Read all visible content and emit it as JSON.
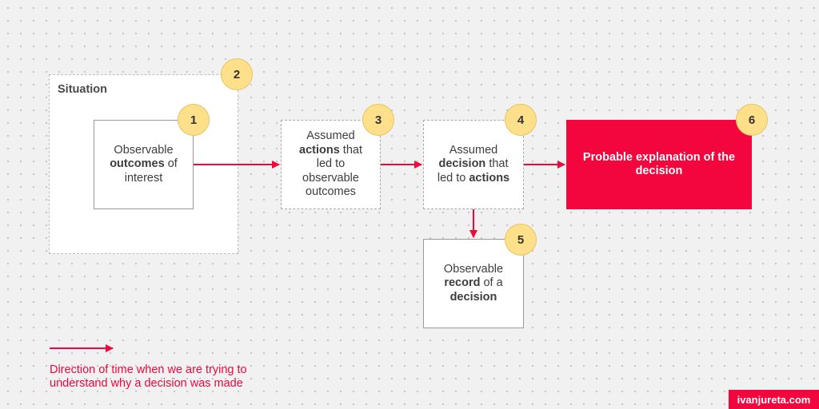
{
  "situation": {
    "label": "Situation"
  },
  "nodes": {
    "outcomes": {
      "line1": "Observable",
      "bold": "outcomes",
      "after": " of",
      "line3": "interest"
    },
    "actions": {
      "line1": "Assumed",
      "bold": "actions",
      "after": " that",
      "line3": "led to",
      "line4": "observable",
      "line5": "outcomes"
    },
    "decision": {
      "line1": "Assumed",
      "bold": "decision",
      "after": " that",
      "line3_prefix": "led to ",
      "line3_bold": "actions"
    },
    "record": {
      "line1": "Observable",
      "bold": "record",
      "after": " of a",
      "line3_bold": "decision"
    },
    "explanation": {
      "text": "Probable explanation of the decision"
    }
  },
  "badges": [
    "1",
    "2",
    "3",
    "4",
    "5",
    "6"
  ],
  "legend": {
    "text": "Direction of time when we are trying to understand why a decision was made"
  },
  "brand": {
    "text": "ivanjureta.com"
  },
  "colors": {
    "accent": "#f2063d",
    "badge": "#ffe08a"
  }
}
